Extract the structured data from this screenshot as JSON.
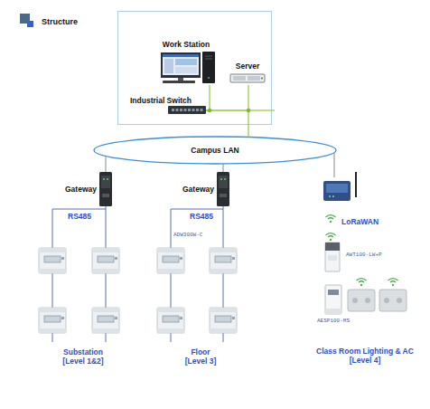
{
  "diagram": {
    "title": "Structure",
    "nodes": [
      {
        "text": [
          "Work Station"
        ]
      },
      {
        "text": [
          "Server"
        ]
      },
      {
        "text": [
          "Industrial Switch"
        ]
      },
      {
        "text": [
          "Campus LAN"
        ]
      },
      {
        "text": [
          "Gateway"
        ]
      },
      {
        "text": [
          "Gateway"
        ]
      },
      {
        "text": [
          "LoRaWAN"
        ]
      },
      {
        "text": [
          "Substation [Level 1&2]"
        ]
      },
      {
        "text": [
          "Floor [Level 3]"
        ]
      },
      {
        "text": [
          "AWT100-LW+P"
        ]
      },
      {
        "text": [
          "AESP100-MS",
          "Class Room Lighting & AC [Level 4]"
        ]
      }
    ],
    "edges": [
      {
        "from": 0,
        "to": 2,
        "arrow": "none"
      },
      {
        "from": 1,
        "to": 2,
        "arrow": "none"
      },
      {
        "from": 2,
        "to": 3,
        "arrow": "none"
      },
      {
        "from": 3,
        "to": 4,
        "arrow": "none"
      },
      {
        "from": 3,
        "to": 5,
        "arrow": "none"
      },
      {
        "from": 3,
        "to": 6,
        "arrow": "none"
      },
      {
        "from": 4,
        "to": 7,
        "label": "RS485",
        "arrow": "none"
      },
      {
        "from": 5,
        "to": 8,
        "label": "RS485",
        "arrow": "none"
      }
    ],
    "labels": [
      "ADW300W-C"
    ]
  }
}
